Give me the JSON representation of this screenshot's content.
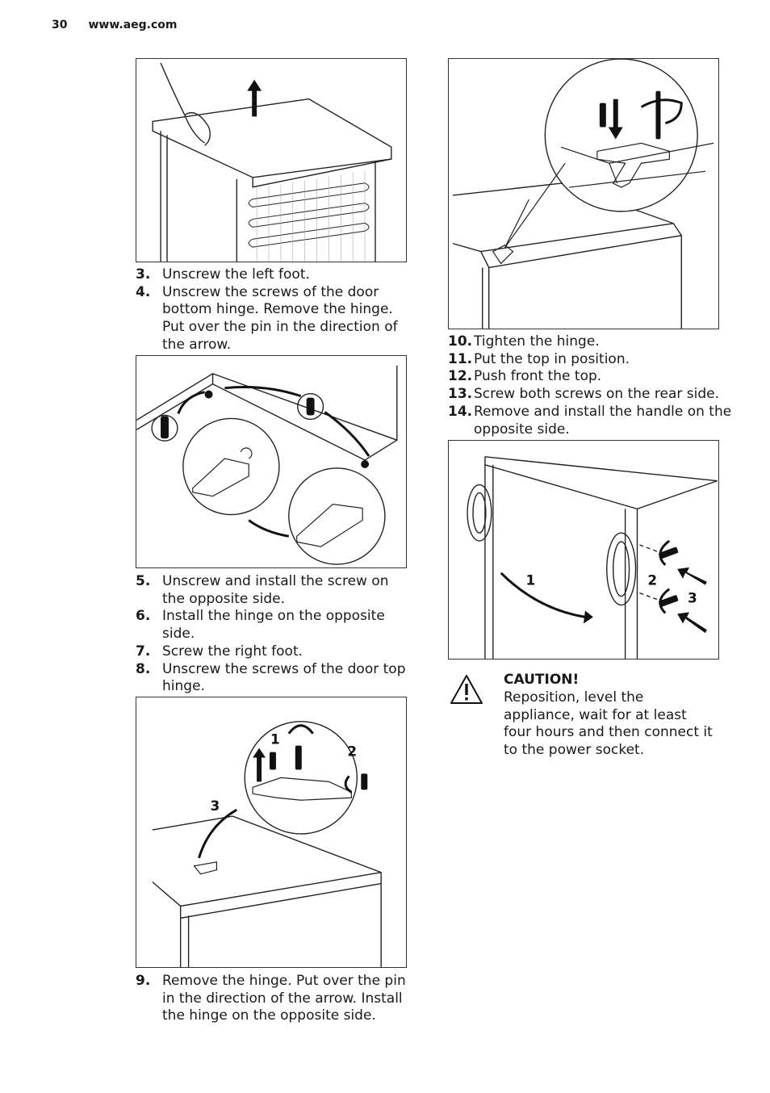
{
  "header": {
    "page_number": "30",
    "website": "www.aeg.com"
  },
  "steps_left_a": [
    {
      "num": "3.",
      "text": "Unscrew the left foot."
    },
    {
      "num": "4.",
      "text": "Unscrew the screws of the door bottom hinge. Remove the hinge. Put over the pin in the direction of the arrow."
    }
  ],
  "steps_left_b": [
    {
      "num": "5.",
      "text": "Unscrew and install the screw on the opposite side."
    },
    {
      "num": "6.",
      "text": "Install the hinge on the opposite side."
    },
    {
      "num": "7.",
      "text": "Screw the right foot."
    },
    {
      "num": "8.",
      "text": "Unscrew the screws of the door top hinge."
    }
  ],
  "steps_left_c": [
    {
      "num": "9.",
      "text": "Remove the hinge. Put over the pin in the direction of the arrow. Install the hinge on the opposite side."
    }
  ],
  "steps_right": [
    {
      "num": "10.",
      "text": "Tighten the hinge."
    },
    {
      "num": "11.",
      "text": "Put the top in position."
    },
    {
      "num": "12.",
      "text": "Push front the top."
    },
    {
      "num": "13.",
      "text": "Screw both screws on the rear side."
    },
    {
      "num": "14.",
      "text": "Remove and install the handle on the opposite side."
    }
  ],
  "figure_top_hinge_labels": {
    "one": "1",
    "two": "2",
    "three": "3"
  },
  "figure_handle_labels": {
    "one": "1",
    "two": "2",
    "three": "3"
  },
  "caution": {
    "title": "CAUTION!",
    "text": "Reposition, level the appliance, wait for at least four hours and then connect it to the power socket."
  }
}
